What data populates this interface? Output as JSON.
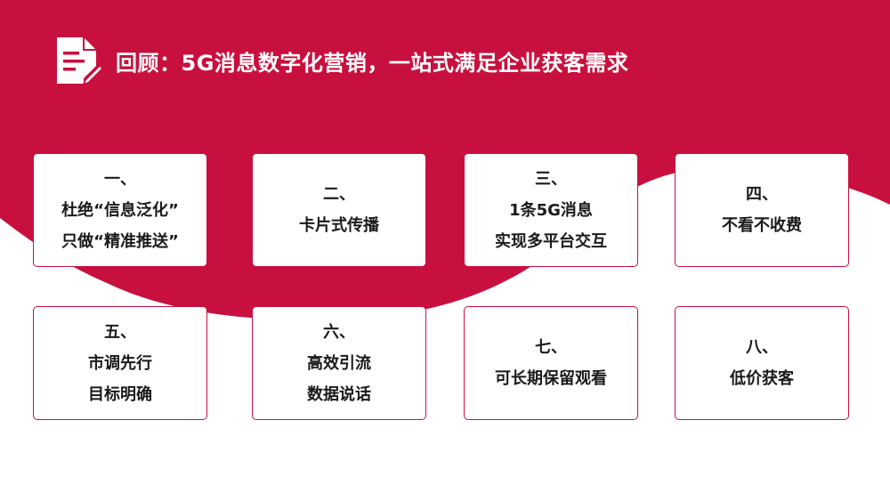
{
  "header": {
    "title": "回顾：5G消息数字化营销，一站式满足企业获客需求",
    "icon": "document-edit-icon"
  },
  "colors": {
    "brand": "#c8103e",
    "card_bg": "#ffffff",
    "text": "#1a1a1a"
  },
  "cards": [
    {
      "lines": [
        "一、",
        "杜绝“信息泛化”",
        "只做“精准推送”"
      ]
    },
    {
      "lines": [
        "二、",
        "卡片式传播"
      ]
    },
    {
      "lines": [
        "三、",
        "1条5G消息",
        "实现多平台交互"
      ]
    },
    {
      "lines": [
        "四、",
        "不看不收费"
      ]
    },
    {
      "lines": [
        "五、",
        "市调先行",
        "目标明确"
      ]
    },
    {
      "lines": [
        "六、",
        "高效引流",
        "数据说话"
      ]
    },
    {
      "lines": [
        "七、",
        "可长期保留观看"
      ]
    },
    {
      "lines": [
        "八、",
        "低价获客"
      ]
    }
  ]
}
